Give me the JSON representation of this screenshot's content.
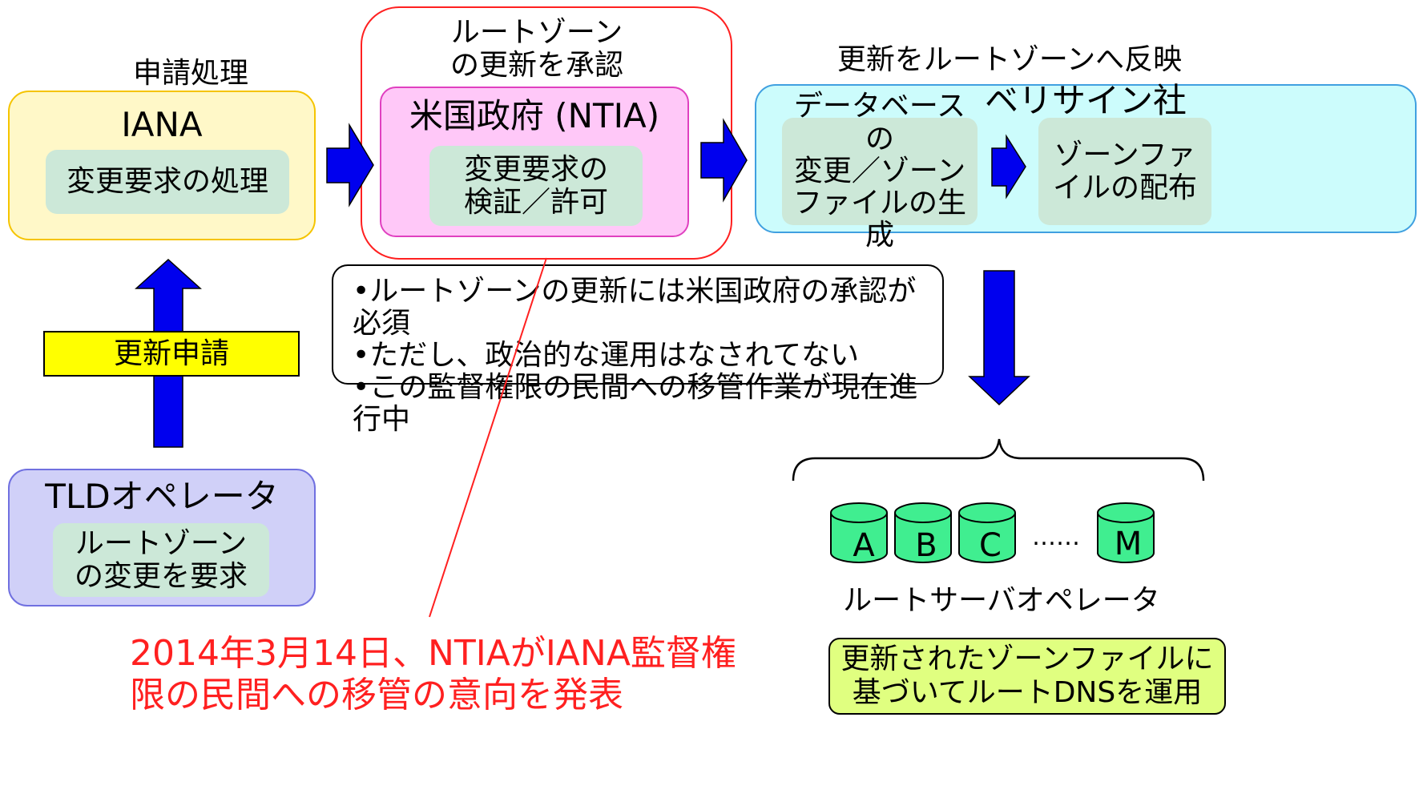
{
  "iana": {
    "caption": "申請処理",
    "title": "IANA",
    "inner": "変更要求の処理"
  },
  "ntia": {
    "caption": "ルートゾーン\nの更新を承認",
    "title": "米国政府 (NTIA)",
    "inner": "変更要求の\n検証／許可"
  },
  "verisign": {
    "caption": "更新をルートゾーンへ反映",
    "title": "ベリサイン社",
    "inner_left": "データベースの\n変更／ゾーン\nファイルの生成",
    "inner_right": "ゾーンファ\nイルの配布"
  },
  "notes": [
    "•ルートゾーンの更新には米国政府の承認が必須",
    "•ただし、政治的な運用はなされてない",
    "•この監督権限の民間への移管作業が現在進行中"
  ],
  "request_label": "更新申請",
  "tld": {
    "title": "TLDオペレータ",
    "inner": "ルートゾーン\nの変更を要求"
  },
  "servers": {
    "letters": [
      "A",
      "B",
      "C",
      "M"
    ],
    "ellipsis": "……",
    "caption": "ルートサーバオペレータ",
    "note": "更新されたゾーンファイルに\n基づいてルートDNSを運用"
  },
  "announcement": "2014年3月14日、NTIAがIANA監督権\n限の民間への移管の意向を発表",
  "colors": {
    "arrow_blue": "#0000ee",
    "red": "#ff2020",
    "iana_bg": "#fff8c8",
    "iana_border": "#f5c400",
    "ntia_bg": "#ffc8f8",
    "ntia_border": "#e040c0",
    "verisign_bg": "#ccfcfc",
    "verisign_border": "#40a0e0",
    "tld_bg": "#d0d0f8",
    "tld_border": "#7070e0",
    "inner_bg": "#cce8d8",
    "server_green": "#40ee90",
    "request_bg": "#ffff00",
    "note_bg": "#e0ff80"
  }
}
